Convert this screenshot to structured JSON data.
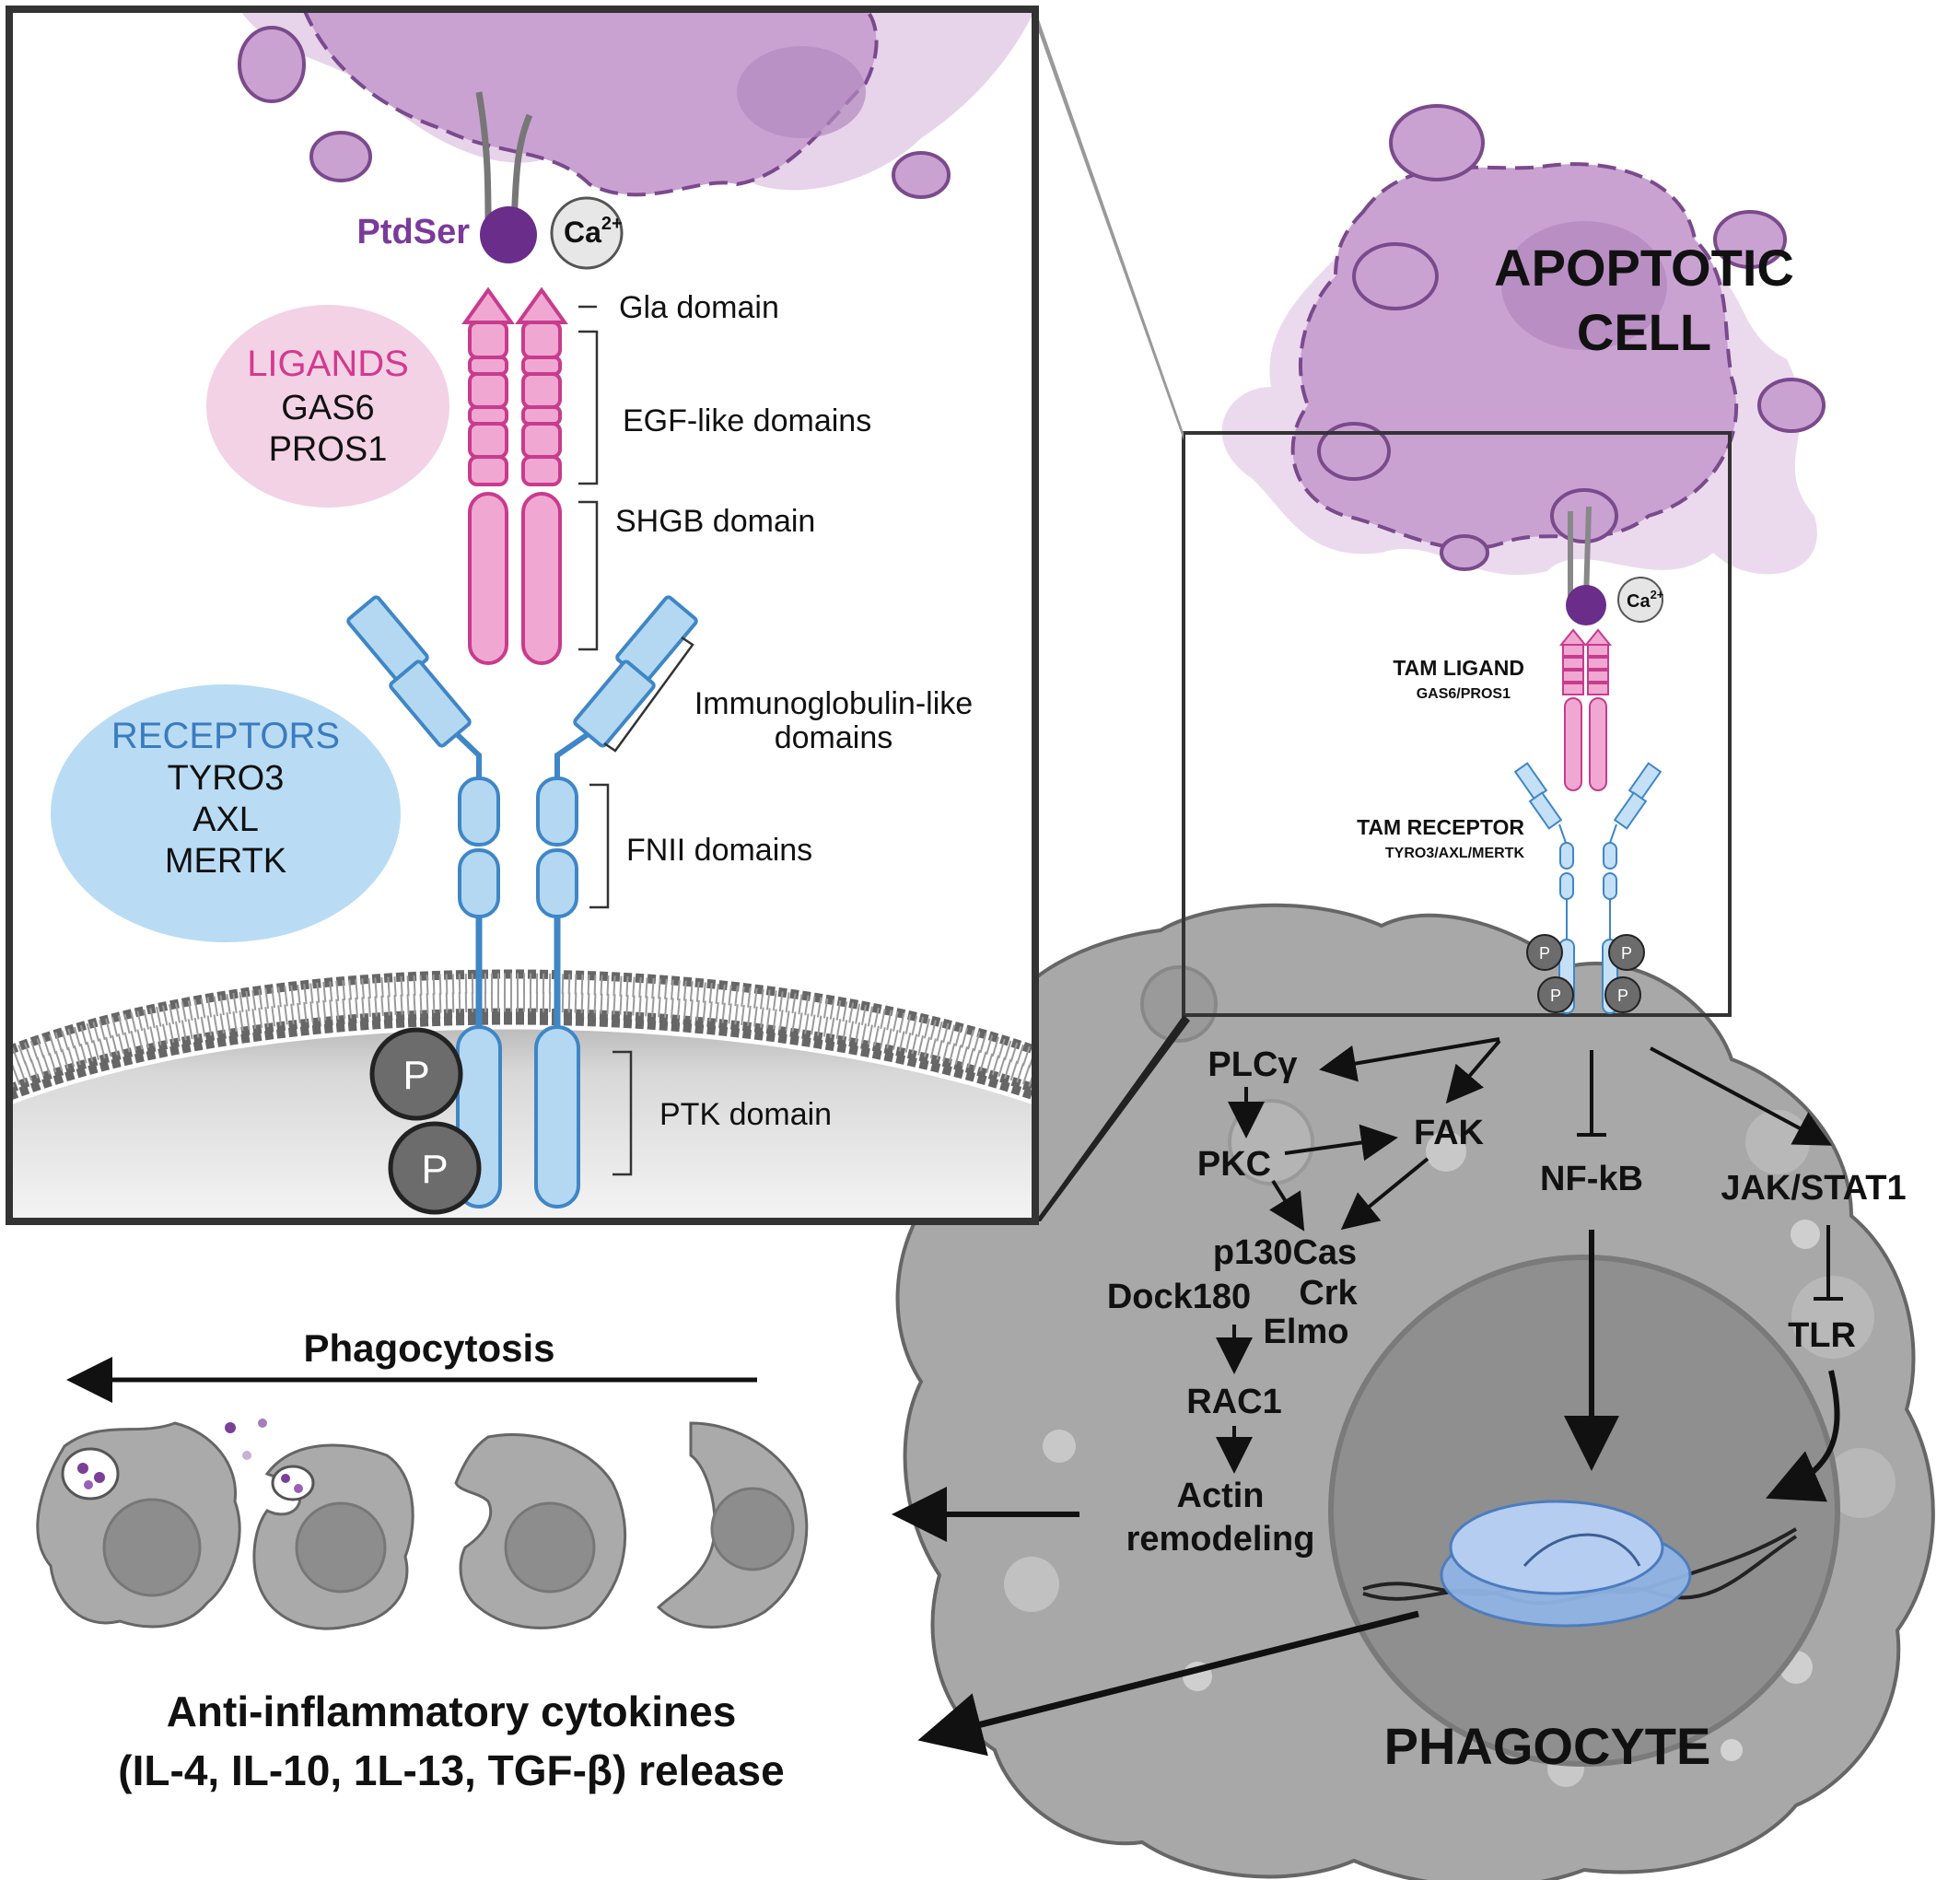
{
  "inset": {
    "ptdser": "PtdSer",
    "calcium": "Ca",
    "calcium_sup": "2+",
    "ligands": {
      "title": "LIGANDS",
      "items": [
        "GAS6",
        "PROS1"
      ]
    },
    "receptors": {
      "title": "RECEPTORS",
      "items": [
        "TYRO3",
        "AXL",
        "MERTK"
      ]
    },
    "domains": {
      "gla": "Gla domain",
      "egf": "EGF-like domains",
      "shgb": "SHGB domain",
      "ig_line1": "Immunoglobulin-like",
      "ig_line2": "domains",
      "fnii": "FNII domains",
      "ptk": "PTK domain"
    },
    "phospho": "P"
  },
  "apoptotic": {
    "line1": "APOPTOTIC",
    "line2": "CELL"
  },
  "zoom_box": {
    "calcium": "Ca",
    "calcium_sup": "2+",
    "ligand_title": "TAM LIGAND",
    "ligand_sub": "GAS6/PROS1",
    "receptor_title": "TAM RECEPTOR",
    "receptor_sub": "TYRO3/AXL/MERTK",
    "phospho": "P"
  },
  "pathway": {
    "plcg": "PLCγ",
    "fak": "FAK",
    "pkc": "PKC",
    "nfkb": "NF-kB",
    "jakstat": "JAK/STAT1",
    "p130cas": "p130Cas",
    "crk": "Crk",
    "dock180": "Dock180",
    "elmo": "Elmo",
    "tlr": "TLR",
    "rac1": "RAC1",
    "actin_line1": "Actin",
    "actin_line2": "remodeling"
  },
  "phagocyte_label": "PHAGOCYTE",
  "phagocytosis_label": "Phagocytosis",
  "cytokines": {
    "line1": "Anti-inflammatory cytokines",
    "line2": "(IL-4, IL-10, 1L-13, TGF-β) release"
  },
  "colors": {
    "apoptotic_fill": "#c9a2d2",
    "apoptotic_halo": "#e7d3ea",
    "ptdser": "#6a2d8a",
    "ligand": "#e27bb6",
    "ligand_stroke": "#c83b8d",
    "receptor": "#b4d8f2",
    "receptor_stroke": "#3f86c6",
    "phagocyte": "#a9a9a9",
    "nucleus": "#8d8d8d",
    "ligands_bubble": "#f3d2e6",
    "receptors_bubble": "#b9dcf4",
    "ligands_title": "#d33a8e",
    "receptors_title": "#3a7bc0"
  }
}
